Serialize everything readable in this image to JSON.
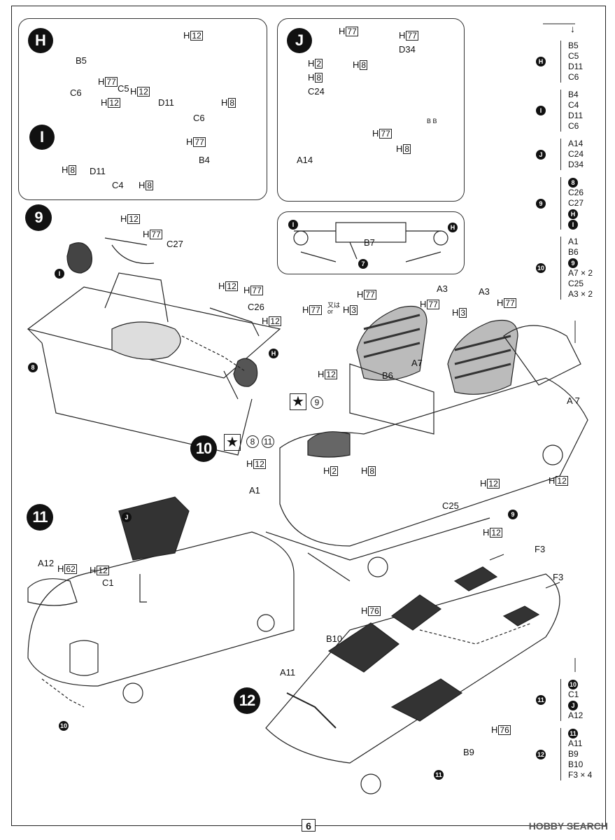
{
  "page_number": "6",
  "watermark": "HOBBY SEARCH",
  "inset_H": {
    "badge": "H",
    "labels": {
      "b5": "B5",
      "h77_a": "H",
      "h77_a_box": "77",
      "h12_top": "H",
      "h12_top_box": "12",
      "c5": "C5",
      "h12_mid": "H",
      "h12_mid_box": "12",
      "d11": "D11",
      "c6": "C6",
      "h8": "H",
      "h8_box": "8"
    }
  },
  "inset_I": {
    "badge": "I",
    "labels": {
      "c6": "C6",
      "h12": "H",
      "h12_box": "12",
      "h8_a": "H",
      "h8_a_box": "8",
      "d11": "D11",
      "c4": "C4",
      "h8_b": "H",
      "h8_b_box": "8",
      "h77": "H",
      "h77_box": "77",
      "b4": "B4"
    }
  },
  "inset_J": {
    "badge": "J",
    "labels": {
      "h77_a": "H",
      "h77_a_box": "77",
      "h77_b": "H",
      "h77_b_box": "77",
      "d34": "D34",
      "h2": "H",
      "h2_box": "2",
      "h8_a": "H",
      "h8_a_box": "8",
      "h8_b": "H",
      "h8_b_box": "8",
      "c24": "C24",
      "h77_c": "H",
      "h77_c_box": "77",
      "a14": "A14",
      "h8_c": "H",
      "h8_c_box": "8",
      "bb": "B B"
    }
  },
  "inset_7": {
    "badge_i": "I",
    "badge_h": "H",
    "badge_7": "7",
    "b7": "B7"
  },
  "step9": {
    "badge": "9",
    "labels": {
      "h12_a": "H",
      "h12_a_box": "12",
      "h77_a": "H",
      "h77_a_box": "77",
      "c27": "C27",
      "badge_i": "I",
      "h12_b": "H",
      "h12_b_box": "12",
      "h77_b": "H",
      "h77_b_box": "77",
      "c26": "C26",
      "h12_c": "H",
      "h12_c_box": "12",
      "badge_h": "H",
      "badge_8": "8"
    }
  },
  "step10": {
    "badge": "10",
    "labels": {
      "h77_a": "H",
      "h77_a_box": "77",
      "a3_a": "A3",
      "a3_b": "A3",
      "h77_b": "H",
      "h77_b_box": "77",
      "h77_or": "H",
      "h77_or_box": "77",
      "mata_wa": "又は",
      "or": "or",
      "h3_a": "H",
      "h3_a_box": "3",
      "h77_c": "H",
      "h77_c_box": "77",
      "h3_b": "H",
      "h3_b_box": "3",
      "h12_a": "H",
      "h12_a_box": "12",
      "b6": "B6",
      "a7_a": "A7",
      "a7_b": "A 7",
      "circ9": "9",
      "circ8": "8",
      "circ11": "11",
      "h12_b": "H",
      "h12_b_box": "12",
      "h2": "H",
      "h2_box": "2",
      "h8": "H",
      "h8_box": "8",
      "a1": "A1",
      "h12_c": "H",
      "h12_c_box": "12",
      "h12_d": "H",
      "h12_d_box": "12",
      "c25": "C25",
      "badge_9": "9",
      "h12_e": "H",
      "h12_e_box": "12"
    }
  },
  "step11": {
    "badge": "11",
    "labels": {
      "badge_j": "J",
      "a12": "A12",
      "h62": "H",
      "h62_box": "62",
      "h12": "H",
      "h12_box": "12",
      "c1": "C1",
      "badge_10": "10"
    }
  },
  "step12": {
    "badge": "12",
    "labels": {
      "f3_a": "F3",
      "f3_b": "F3",
      "h76_a": "H",
      "h76_a_box": "76",
      "b10": "B10",
      "a11": "A11",
      "h76_b": "H",
      "h76_b_box": "76",
      "b9": "B9",
      "badge_11": "11"
    }
  },
  "sequence": {
    "top_arrow": "↓",
    "groups": [
      {
        "badge": "H",
        "items": [
          "B5",
          "C5",
          "D11",
          "C6"
        ]
      },
      {
        "badge": "I",
        "items": [
          "B4",
          "C4",
          "D11",
          "C6"
        ]
      },
      {
        "badge": "J",
        "items": [
          "A14",
          "C24",
          "D34"
        ]
      },
      {
        "badge": "9",
        "items": [
          "8",
          "C26",
          "C27",
          "H",
          "I"
        ]
      },
      {
        "badge": "10",
        "items": [
          "A1",
          "B6",
          "9",
          "A7 × 2",
          "C25",
          "A3 × 2"
        ]
      },
      {
        "badge": "11",
        "items": [
          "10",
          "C1",
          "J",
          "A12"
        ]
      },
      {
        "badge": "12",
        "items": [
          "11",
          "A11",
          "B9",
          "B10",
          "F3 × 4"
        ]
      }
    ]
  }
}
